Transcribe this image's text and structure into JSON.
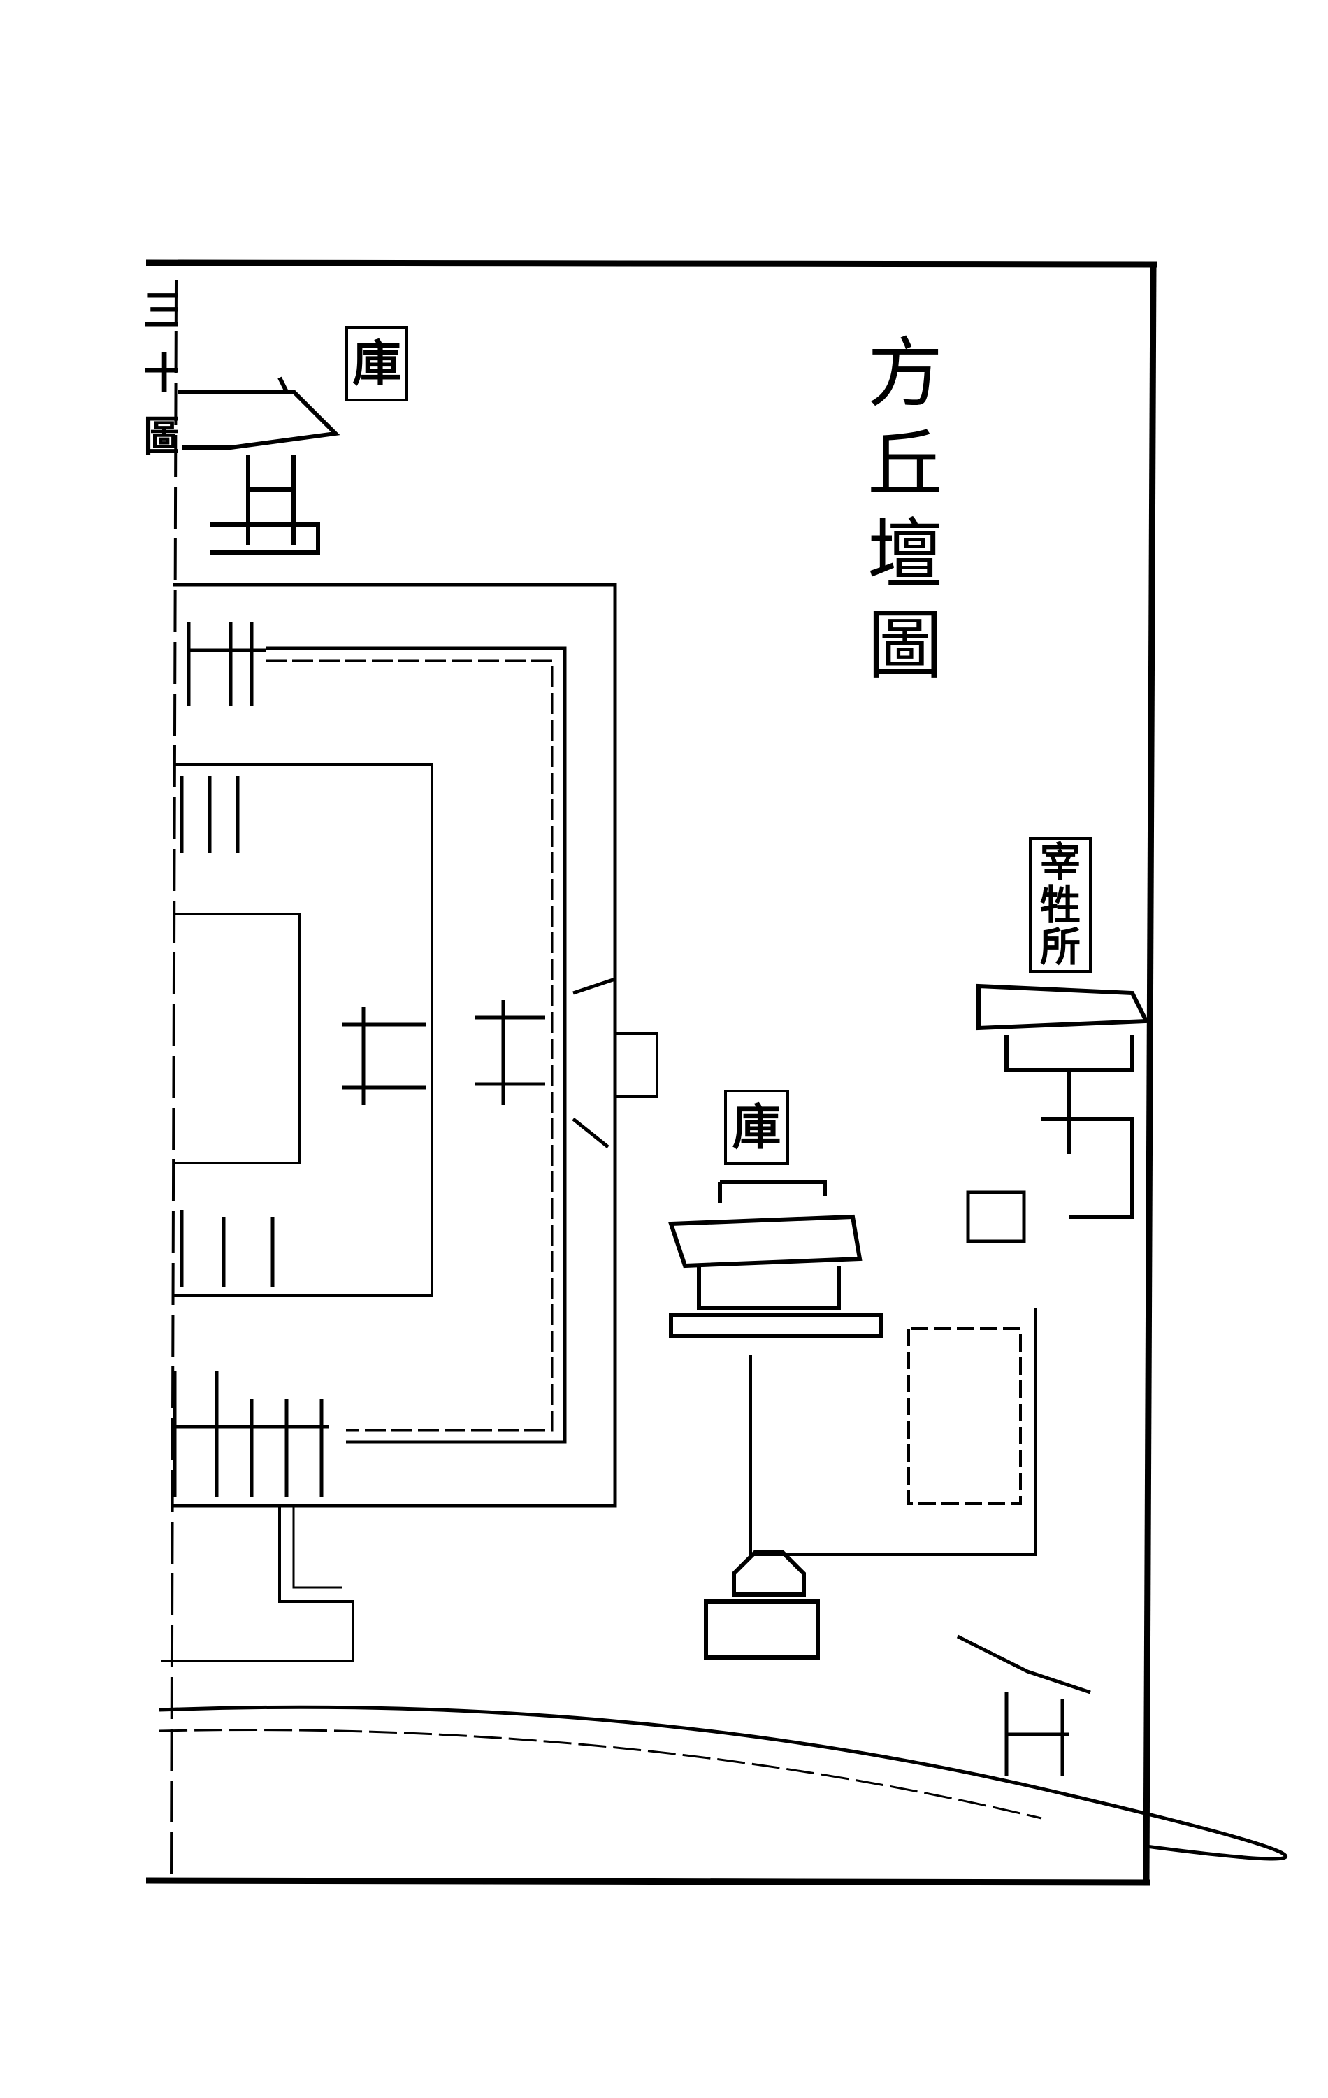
{
  "title": {
    "chars": [
      "方",
      "丘",
      "壇",
      "圖"
    ]
  },
  "edge_text": {
    "chars": [
      "三",
      "十",
      "圖"
    ]
  },
  "labels": {
    "storehouse_top": {
      "chars": [
        "庫"
      ]
    },
    "slaughter_house": {
      "chars": [
        "宰",
        "牲",
        "所"
      ]
    },
    "storehouse_middle": {
      "chars": [
        "庫"
      ]
    }
  },
  "colors": {
    "ink": "#000000",
    "paper": "#ffffff"
  }
}
